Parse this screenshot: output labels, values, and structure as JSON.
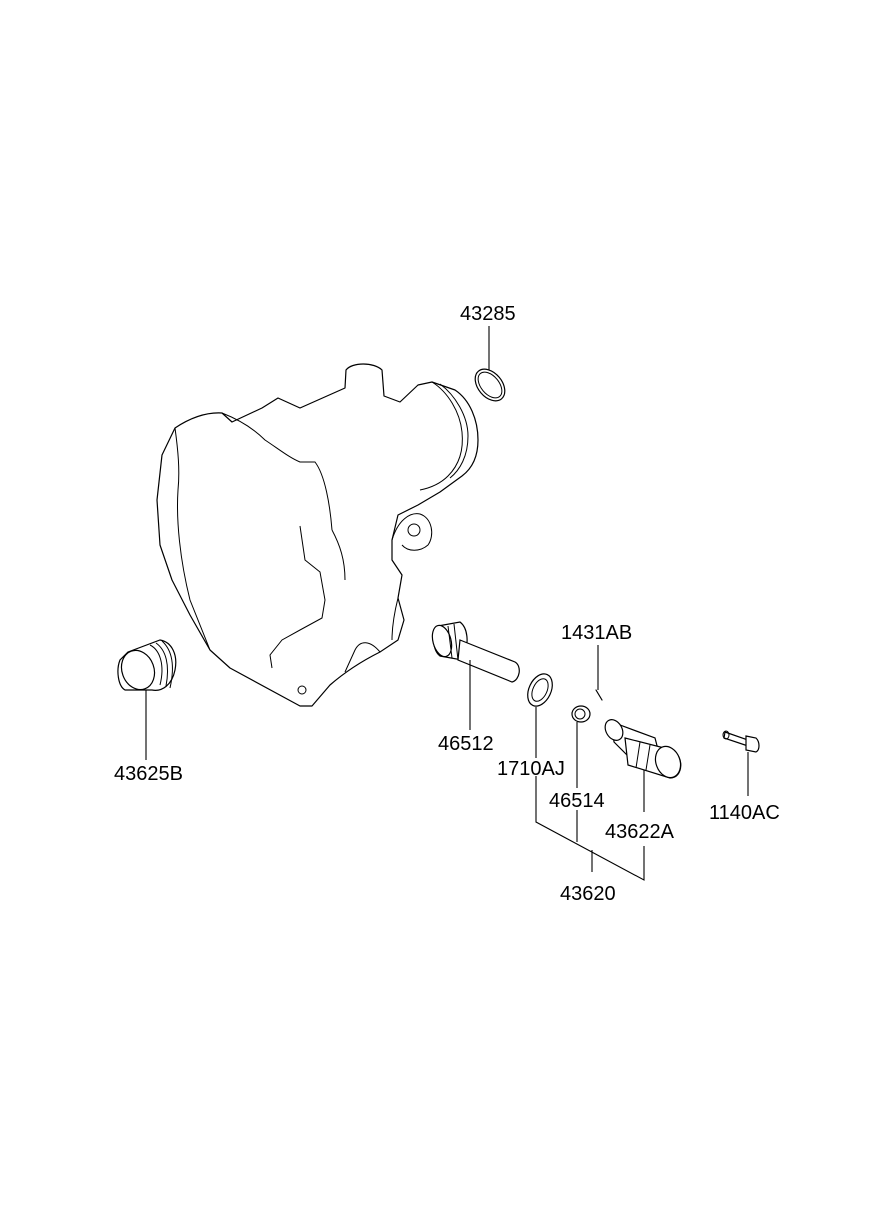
{
  "labels": {
    "l43285": "43285",
    "l43625B": "43625B",
    "l1431AB": "1431AB",
    "l46512": "46512",
    "l1710AJ": "1710AJ",
    "l46514": "46514",
    "l43622A": "43622A",
    "l1140AC": "1140AC",
    "l43620": "43620"
  }
}
